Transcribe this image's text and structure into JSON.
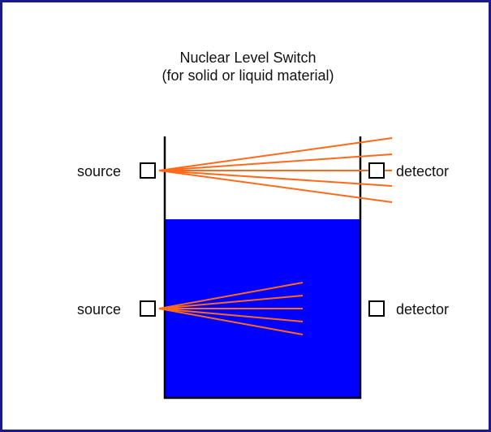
{
  "diagram": {
    "title": "Nuclear Level Switch",
    "subtitle": "(for solid or liquid material)",
    "upper": {
      "source_label": "source",
      "detector_label": "detector"
    },
    "lower": {
      "source_label": "source",
      "detector_label": "detector"
    }
  },
  "colors": {
    "frame": "#1a1a8c",
    "liquid": "#0000ff",
    "beam": "#ff6a1a",
    "outline": "#000000"
  }
}
